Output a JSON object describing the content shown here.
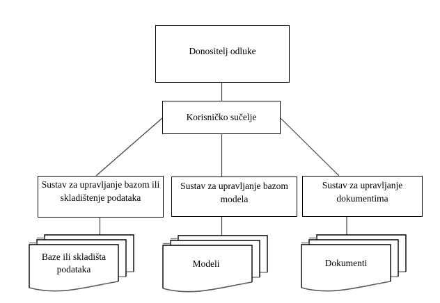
{
  "diagram": {
    "type": "hierarchy-flowchart",
    "language": "hr",
    "nodes": {
      "decision_maker": {
        "label": "Donositelj odluke",
        "shape": "rectangle"
      },
      "user_interface": {
        "label": "Korisničko sučelje",
        "shape": "rectangle"
      },
      "data_management": {
        "label": "Sustav za upravljanje bazom ili skladištenje podataka",
        "shape": "rectangle"
      },
      "model_management": {
        "label": "Sustav za upravljanje bazom modela",
        "shape": "rectangle"
      },
      "document_management": {
        "label": "Sustav za upravljanje dokumentima",
        "shape": "rectangle"
      },
      "databases": {
        "label": "Baze ili skladišta podataka",
        "shape": "multi-document"
      },
      "models": {
        "label": "Modeli",
        "shape": "multi-document"
      },
      "documents": {
        "label": "Dokumenti",
        "shape": "multi-document"
      }
    },
    "edges": [
      {
        "from": "decision_maker",
        "to": "user_interface"
      },
      {
        "from": "user_interface",
        "to": "data_management"
      },
      {
        "from": "user_interface",
        "to": "model_management"
      },
      {
        "from": "user_interface",
        "to": "document_management"
      },
      {
        "from": "data_management",
        "to": "databases"
      },
      {
        "from": "model_management",
        "to": "models"
      },
      {
        "from": "document_management",
        "to": "documents"
      }
    ],
    "colors": {
      "background": "#ffffff",
      "box_border": "#000000",
      "connector": "#404040",
      "document_wave": "#595959",
      "document_step": "#808080",
      "text": "#000000"
    }
  }
}
